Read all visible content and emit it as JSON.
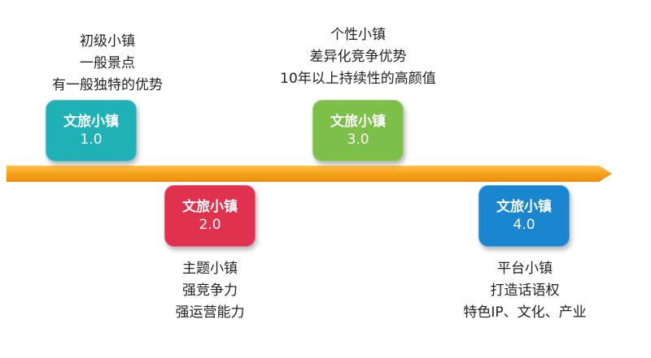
{
  "colors": {
    "arrow": "#f7a21b",
    "stage1": "#20b1b7",
    "stage2": "#e0314f",
    "stage3": "#7cc04a",
    "stage4": "#1a86cf"
  },
  "stages": [
    {
      "name": "文旅小镇",
      "version": "1.0",
      "lines": [
        "初级小镇",
        "一般景点",
        "有一般独特的优势"
      ]
    },
    {
      "name": "文旅小镇",
      "version": "2.0",
      "lines": [
        "主题小镇",
        "强竞争力",
        "强运营能力"
      ]
    },
    {
      "name": "文旅小镇",
      "version": "3.0",
      "lines": [
        "个性小镇",
        "差异化竞争优势",
        "10年以上持续性的高颜值"
      ]
    },
    {
      "name": "文旅小镇",
      "version": "4.0",
      "lines": [
        "平台小镇",
        "打造话语权",
        "特色IP、文化、产业"
      ]
    }
  ]
}
